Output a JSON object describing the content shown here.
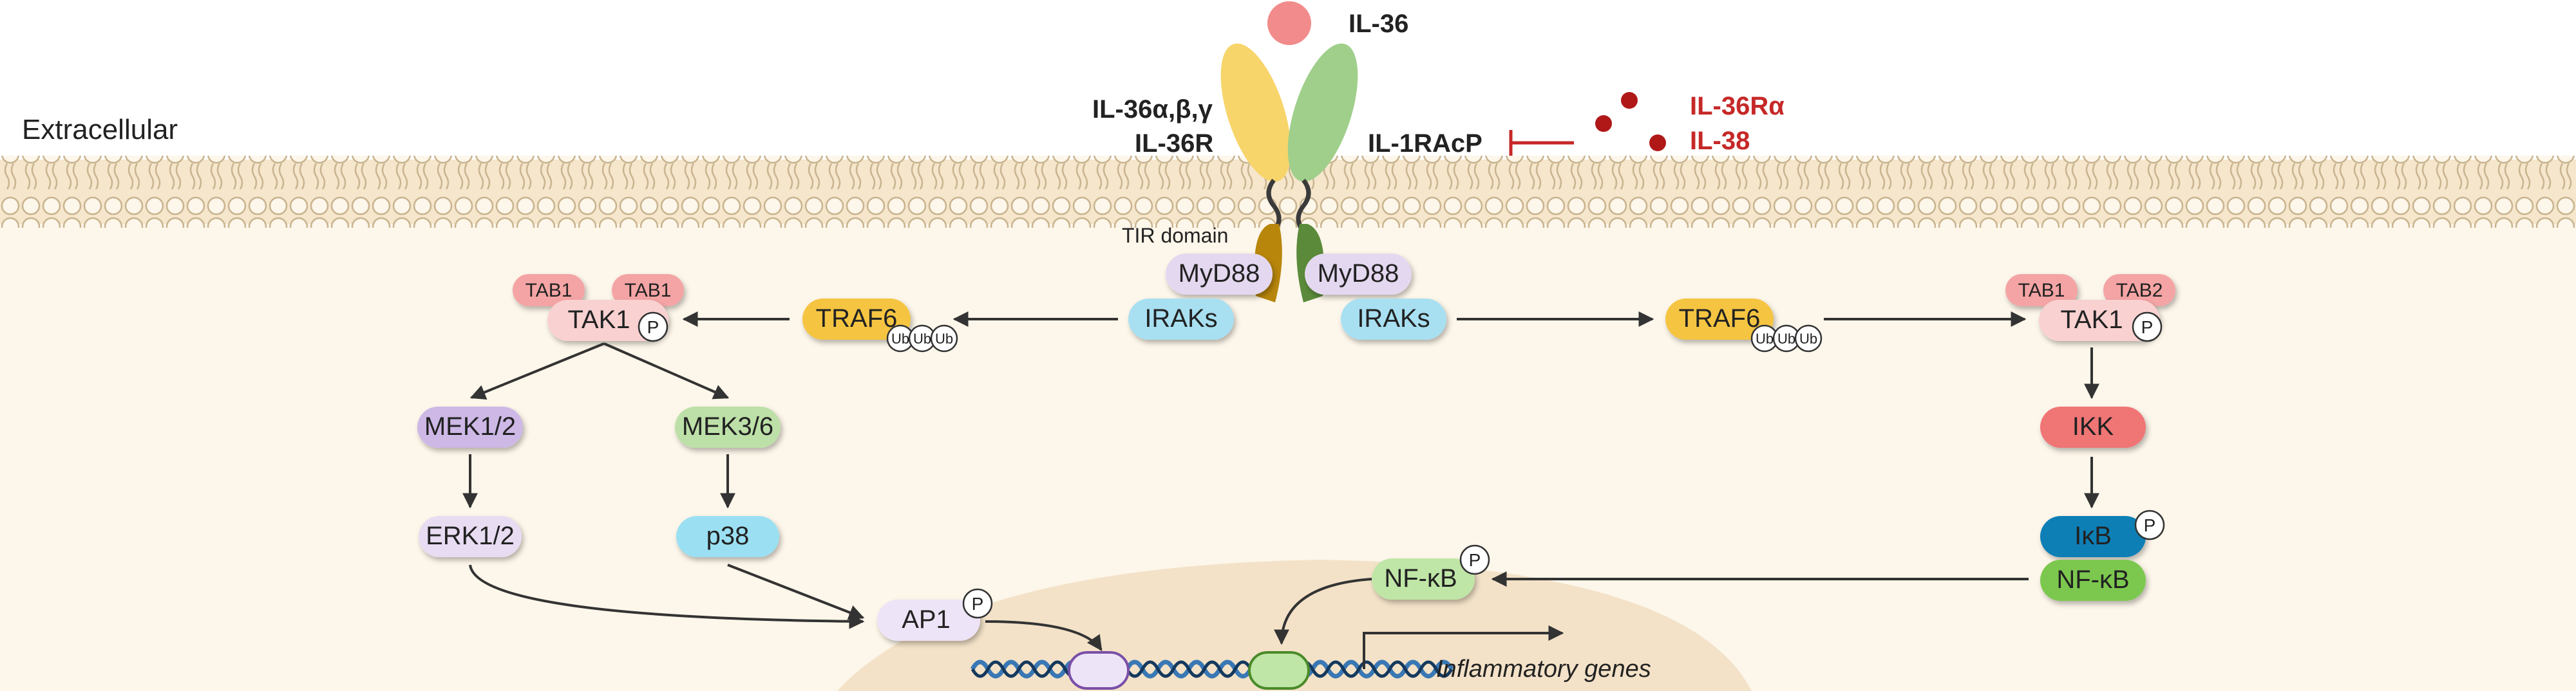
{
  "labels": {
    "extracellular": "Extracellular",
    "ligand": "IL-36",
    "receptor_subunits": "IL-36α,β,γ",
    "receptor": "IL-36R",
    "coreceptor": "IL-1RAcP",
    "antagonist_1": "IL-36Rα",
    "antagonist_2": "IL-38",
    "tir_domain": "TIR domain",
    "myd88_left": "MyD88",
    "myd88_right": "MyD88",
    "iraks_left": "IRAKs",
    "iraks_right": "IRAKs",
    "traf6_left": "TRAF6",
    "traf6_right": "TRAF6",
    "ub": "Ub",
    "tab1_a": "TAB1",
    "tab1_b": "TAB1",
    "tab1_c": "TAB1",
    "tab2": "TAB2",
    "tak1_left": "TAK1",
    "tak1_right": "TAK1",
    "phospho": "P",
    "mek12": "MEK1/2",
    "mek36": "MEK3/6",
    "erk12": "ERK1/2",
    "p38": "p38",
    "ap1": "AP1",
    "nfkb_center": "NF-κB",
    "ikk": "IKK",
    "ikb": "IκB",
    "nfkb_right": "NF-κB",
    "genes": "Inflammatory genes"
  },
  "colors": {
    "membrane": "#f5e6cc",
    "nucleus": "#f3e2c8",
    "ligand": "#f28b8b",
    "antagonist": "#b01818",
    "il36r": "#f7d56a",
    "il1racp": "#9fcf8b",
    "tir_left": "#b8860b",
    "tir_right": "#5a8a3a",
    "myd88": "#e4d8f0",
    "iraks": "#a8e0f2",
    "traf6": "#f5c542",
    "tab": "#f4a4a4",
    "tak1": "#f9d1d1",
    "mek12": "#cdb8e6",
    "mek36": "#bde0a8",
    "erk12": "#e8dcf2",
    "p38": "#9be0f2",
    "ap1": "#eee4f7",
    "nfkb": "#bfe6a6",
    "ikk": "#f07575",
    "ikb": "#0a7fb5",
    "nfkb_dark": "#7cc850",
    "dna": "#3a78b5"
  }
}
